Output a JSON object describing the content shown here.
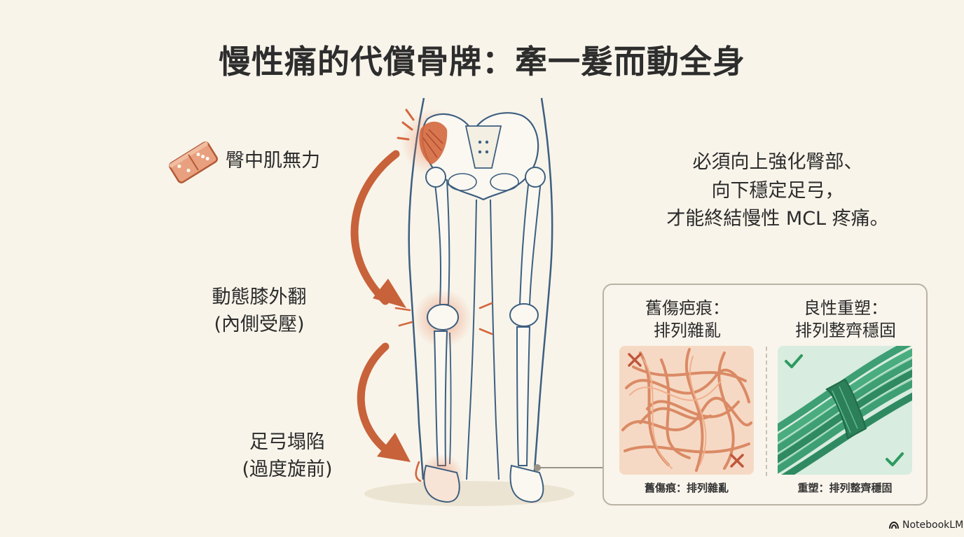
{
  "title": "慢性痛的代償骨牌：牽一髮而動全身",
  "labels": {
    "glute": "臀中肌無力",
    "knee_line1": "動態膝外翻",
    "knee_line2": "(內側受壓)",
    "foot_line1": "足弓塌陷",
    "foot_line2": "(過度旋前)"
  },
  "conclusion": {
    "line1": "必須向上強化臀部、",
    "line2": "向下穩定足弓，",
    "line3": "才能終結慢性 MCL 疼痛。"
  },
  "comparison": {
    "scar": {
      "heading_line1": "舊傷疤痕：",
      "heading_line2": "排列雜亂",
      "caption": "舊傷痕：排列雜亂"
    },
    "remodel": {
      "heading_line1": "良性重塑：",
      "heading_line2": "排列整齊穩固",
      "caption": "重塑：排列整齊穩固"
    }
  },
  "brand": "NotebookLM",
  "colors": {
    "background": "#f8f4ea",
    "accent_orange": "#c8623a",
    "bone_outline": "#3d5f80",
    "scar_fibers": "#e0906a",
    "healthy_fibers": "#3e9e74",
    "check": "#2e9a60",
    "cross": "#c0563a"
  },
  "icons": [
    "domino-icon",
    "cross-icon",
    "check-icon",
    "notebooklm-logo-icon"
  ]
}
